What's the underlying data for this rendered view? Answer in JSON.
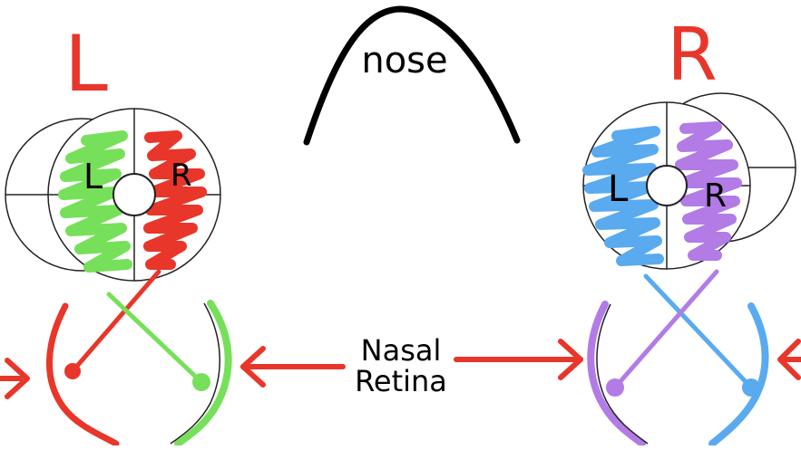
{
  "labels": {
    "left_eye": "L",
    "right_eye": "R",
    "nose": "nose",
    "left_field_L": "L",
    "left_field_R": "R",
    "right_field_L": "L",
    "right_field_R": "R",
    "nasal_line1": "Nasal",
    "nasal_line2": "Retina"
  },
  "colors": {
    "left_visual_field": "#77e05a",
    "right_visual_field": "#e8362a",
    "blue_field": "#5aaaf0",
    "purple_field": "#b27be6",
    "arrow": "#e8362a",
    "eye_label": "#e8362a",
    "ink": "#000000"
  }
}
